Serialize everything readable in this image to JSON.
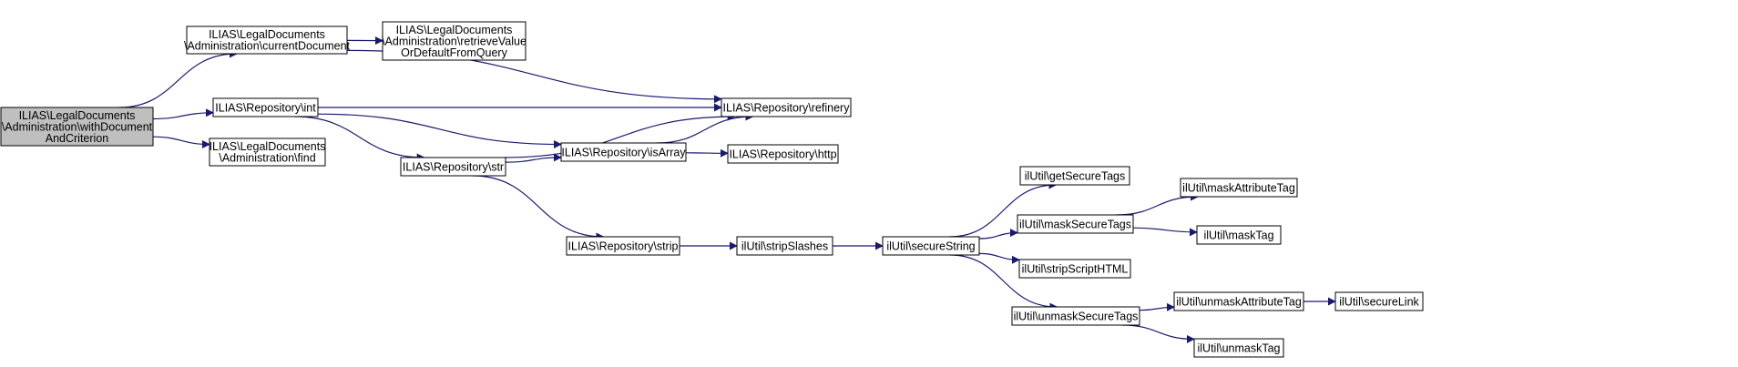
{
  "colors": {
    "edge": "#191970",
    "node_border": "#000000",
    "node_fill": "#ffffff",
    "focus_fill": "#bfbfbf"
  },
  "nodes": [
    {
      "id": "withDocumentAndCriterion",
      "lines": [
        "ILIAS\\LegalDocuments",
        "\\Administration\\withDocument",
        "AndCriterion"
      ],
      "focus": true
    },
    {
      "id": "currentDocument",
      "lines": [
        "ILIAS\\LegalDocuments",
        "\\Administration\\currentDocument"
      ]
    },
    {
      "id": "retrieveValue",
      "lines": [
        "ILIAS\\LegalDocuments",
        "\\Administration\\retrieveValue",
        "OrDefaultFromQuery"
      ]
    },
    {
      "id": "int",
      "lines": [
        "ILIAS\\Repository\\int"
      ]
    },
    {
      "id": "find",
      "lines": [
        "ILIAS\\LegalDocuments",
        "\\Administration\\find"
      ]
    },
    {
      "id": "str",
      "lines": [
        "ILIAS\\Repository\\str"
      ]
    },
    {
      "id": "refinery",
      "lines": [
        "ILIAS\\Repository\\refinery"
      ]
    },
    {
      "id": "isArray",
      "lines": [
        "ILIAS\\Repository\\isArray"
      ]
    },
    {
      "id": "http",
      "lines": [
        "ILIAS\\Repository\\http"
      ]
    },
    {
      "id": "strip",
      "lines": [
        "ILIAS\\Repository\\strip"
      ]
    },
    {
      "id": "stripSlashes",
      "lines": [
        "ilUtil\\stripSlashes"
      ]
    },
    {
      "id": "secureString",
      "lines": [
        "ilUtil\\secureString"
      ]
    },
    {
      "id": "getSecureTags",
      "lines": [
        "ilUtil\\getSecureTags"
      ]
    },
    {
      "id": "maskSecureTags",
      "lines": [
        "ilUtil\\maskSecureTags"
      ]
    },
    {
      "id": "stripScriptHTML",
      "lines": [
        "ilUtil\\stripScriptHTML"
      ]
    },
    {
      "id": "unmaskSecureTags",
      "lines": [
        "ilUtil\\unmaskSecureTags"
      ]
    },
    {
      "id": "maskAttributeTag",
      "lines": [
        "ilUtil\\maskAttributeTag"
      ]
    },
    {
      "id": "maskTag",
      "lines": [
        "ilUtil\\maskTag"
      ]
    },
    {
      "id": "unmaskAttributeTag",
      "lines": [
        "ilUtil\\unmaskAttributeTag"
      ]
    },
    {
      "id": "unmaskTag",
      "lines": [
        "ilUtil\\unmaskTag"
      ]
    },
    {
      "id": "secureLink",
      "lines": [
        "ilUtil\\secureLink"
      ]
    }
  ],
  "edges": [
    {
      "from": "withDocumentAndCriterion",
      "to": "currentDocument"
    },
    {
      "from": "withDocumentAndCriterion",
      "to": "int"
    },
    {
      "from": "withDocumentAndCriterion",
      "to": "find"
    },
    {
      "from": "currentDocument",
      "to": "retrieveValue"
    },
    {
      "from": "currentDocument",
      "to": "refinery"
    },
    {
      "from": "int",
      "to": "refinery"
    },
    {
      "from": "int",
      "to": "isArray"
    },
    {
      "from": "int",
      "to": "str"
    },
    {
      "from": "str",
      "to": "isArray"
    },
    {
      "from": "str",
      "to": "refinery"
    },
    {
      "from": "str",
      "to": "strip"
    },
    {
      "from": "isArray",
      "to": "refinery"
    },
    {
      "from": "isArray",
      "to": "http"
    },
    {
      "from": "strip",
      "to": "stripSlashes"
    },
    {
      "from": "stripSlashes",
      "to": "secureString"
    },
    {
      "from": "secureString",
      "to": "getSecureTags"
    },
    {
      "from": "secureString",
      "to": "maskSecureTags"
    },
    {
      "from": "secureString",
      "to": "stripScriptHTML"
    },
    {
      "from": "secureString",
      "to": "unmaskSecureTags"
    },
    {
      "from": "maskSecureTags",
      "to": "maskAttributeTag"
    },
    {
      "from": "maskSecureTags",
      "to": "maskTag"
    },
    {
      "from": "unmaskSecureTags",
      "to": "unmaskAttributeTag"
    },
    {
      "from": "unmaskSecureTags",
      "to": "unmaskTag"
    },
    {
      "from": "unmaskAttributeTag",
      "to": "secureLink"
    }
  ]
}
